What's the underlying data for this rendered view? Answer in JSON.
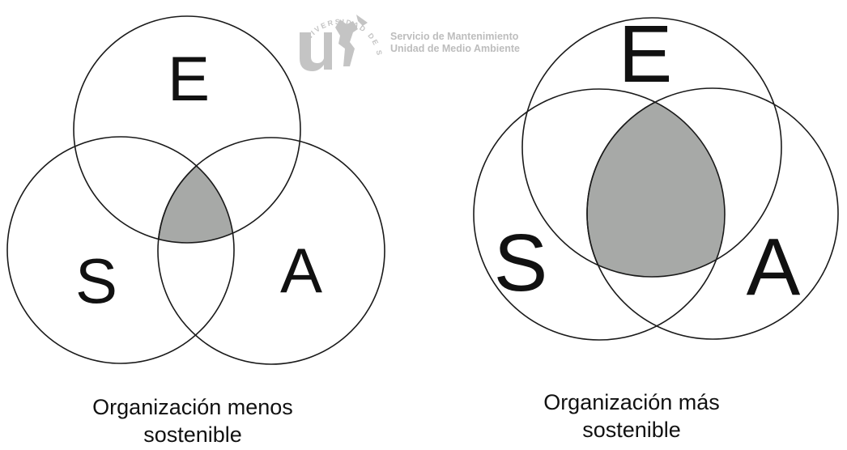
{
  "colors": {
    "outline": "#1a1a1a",
    "overlap_fill": "#a7a9a7",
    "watermark": "#bdbdbd"
  },
  "watermark": {
    "logo_icon": "university-seal-icon",
    "seal_text": "UNIVERSIDAD DE SEVILLA",
    "line1": "Servicio de Mantenimiento",
    "line2": "Unidad de Medio Ambiente"
  },
  "left_diagram": {
    "labels": {
      "e": "E",
      "s": "S",
      "a": "A"
    },
    "caption_line1": "Organización menos",
    "caption_line2": "sostenible"
  },
  "right_diagram": {
    "labels": {
      "e": "E",
      "s": "S",
      "a": "A"
    },
    "caption_line1": "Organización más",
    "caption_line2": "sostenible"
  }
}
